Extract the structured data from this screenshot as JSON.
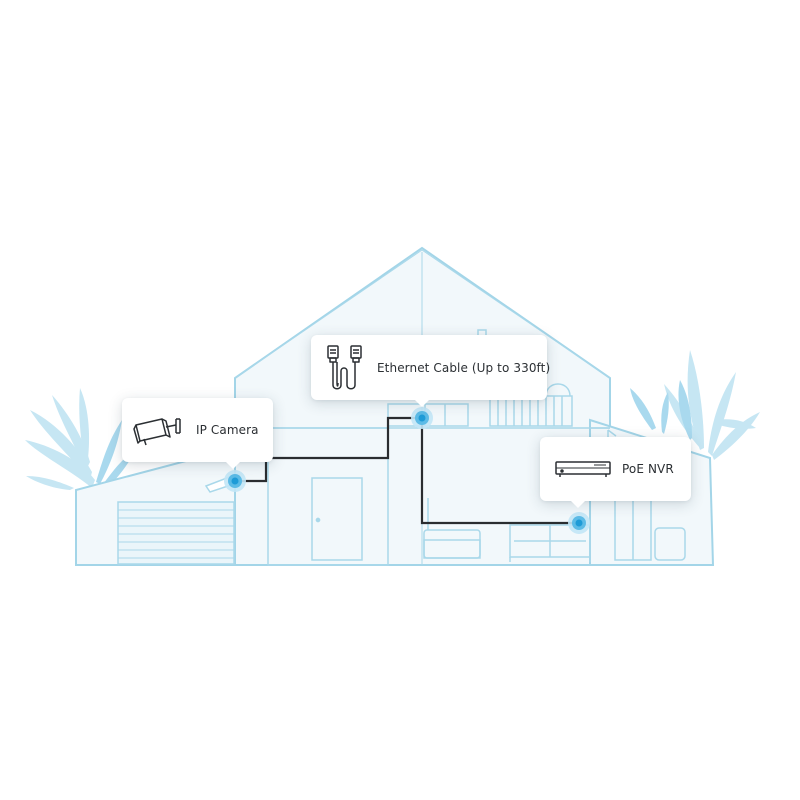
{
  "labels": {
    "camera": "IP Camera",
    "cable": "Ethernet Cable (Up to 330ft)",
    "nvr": "PoE NVR"
  },
  "colors": {
    "house_outline": "#9fd3e6",
    "house_fill": "#f3f9fc",
    "cable": "#2a2d30",
    "node": "#1e9bd7",
    "node_halo": "#bfe4f4",
    "foliage": "#bfe2f2"
  },
  "icons": {
    "camera": "bullet-camera-icon",
    "cable": "ethernet-cable-icon",
    "nvr": "nvr-recorder-icon"
  }
}
